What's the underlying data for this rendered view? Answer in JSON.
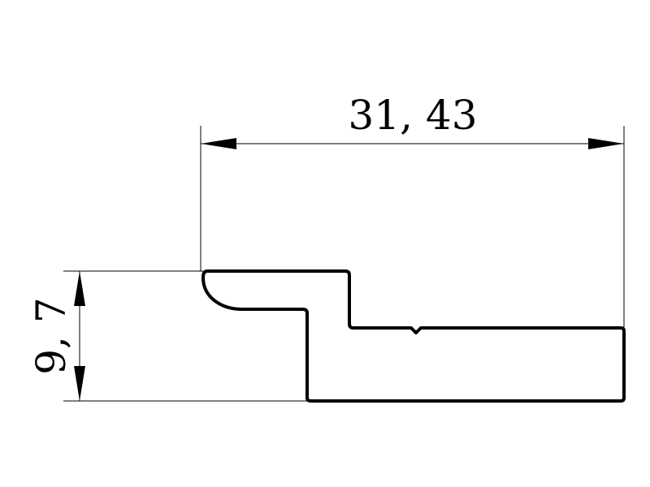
{
  "drawing": {
    "type": "profile-cross-section",
    "line_color": "#000000",
    "background": "#ffffff"
  },
  "dimensions": {
    "width": {
      "label": "31, 43",
      "value": 31.43,
      "orientation": "horizontal"
    },
    "height": {
      "label": "9, 7",
      "value": 9.7,
      "orientation": "vertical"
    }
  }
}
